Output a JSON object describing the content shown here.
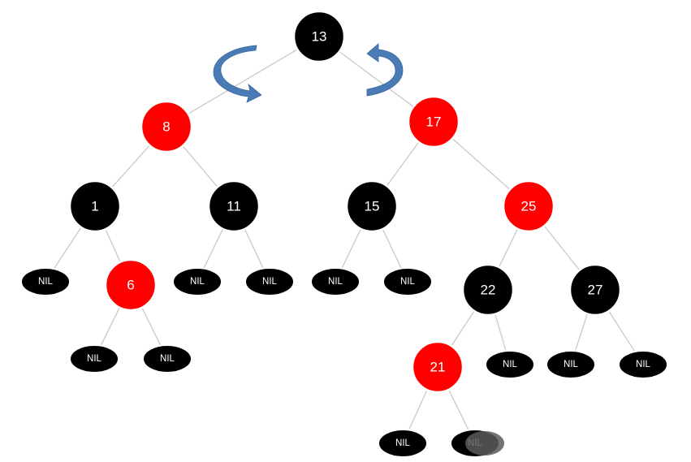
{
  "colors": {
    "black_node": "#000000",
    "red_node": "#ff0000",
    "edge": "#c9c9c9",
    "arrow": "#4a7bb5"
  },
  "nodes": [
    {
      "id": "n13",
      "label": "13",
      "color": "black"
    },
    {
      "id": "n8",
      "label": "8",
      "color": "red"
    },
    {
      "id": "n17",
      "label": "17",
      "color": "red"
    },
    {
      "id": "n1",
      "label": "1",
      "color": "black"
    },
    {
      "id": "n11",
      "label": "11",
      "color": "black"
    },
    {
      "id": "n15",
      "label": "15",
      "color": "black"
    },
    {
      "id": "n25",
      "label": "25",
      "color": "red"
    },
    {
      "id": "n6",
      "label": "6",
      "color": "red"
    },
    {
      "id": "n22",
      "label": "22",
      "color": "black"
    },
    {
      "id": "n27",
      "label": "27",
      "color": "black"
    },
    {
      "id": "n21",
      "label": "21",
      "color": "red"
    }
  ],
  "nil_label": "NIL",
  "edges": [
    [
      "n13",
      "n8"
    ],
    [
      "n13",
      "n17"
    ],
    [
      "n8",
      "n1"
    ],
    [
      "n8",
      "n11"
    ],
    [
      "n17",
      "n15"
    ],
    [
      "n17",
      "n25"
    ],
    [
      "n1",
      "nil1"
    ],
    [
      "n1",
      "n6"
    ],
    [
      "n6",
      "nil2"
    ],
    [
      "n6",
      "nil3"
    ],
    [
      "n11",
      "nil4"
    ],
    [
      "n11",
      "nil5"
    ],
    [
      "n15",
      "nil6"
    ],
    [
      "n15",
      "nil7"
    ],
    [
      "n25",
      "n22"
    ],
    [
      "n25",
      "n27"
    ],
    [
      "n22",
      "n21"
    ],
    [
      "n22",
      "nil8"
    ],
    [
      "n27",
      "nil9"
    ],
    [
      "n27",
      "nil10"
    ],
    [
      "n21",
      "nil11"
    ],
    [
      "n21",
      "nil12"
    ]
  ],
  "rotation_arrows": [
    {
      "id": "rotate-left",
      "icon": "rotate-arrow-icon"
    },
    {
      "id": "rotate-right",
      "icon": "rotate-arrow-icon"
    }
  ]
}
